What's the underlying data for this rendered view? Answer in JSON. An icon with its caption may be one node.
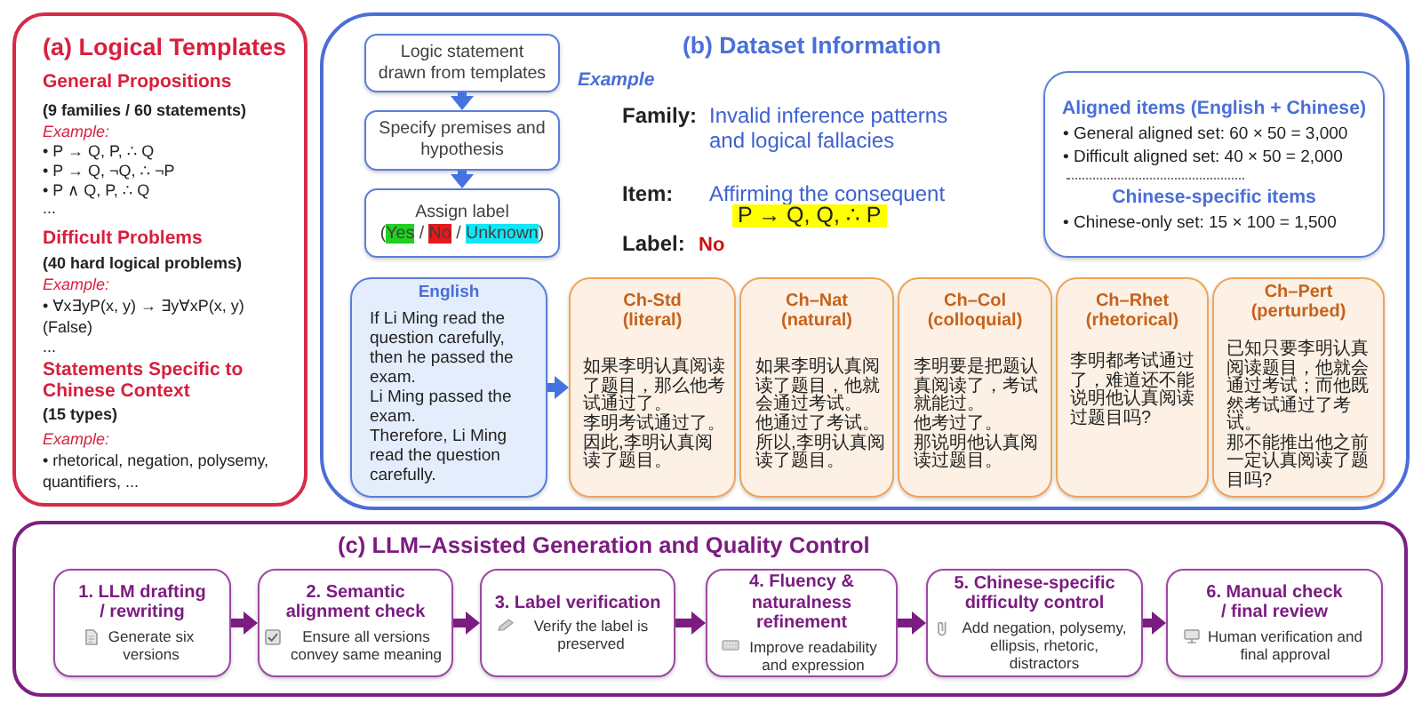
{
  "diagram": {
    "nodes": [
      {
        "text": [
          "(a) Logical Templates",
          "General Propositions",
          "(9 families / 60 statements)",
          "Example:",
          "• P → Q, P, ∴ Q",
          "• P → Q, ¬Q, ∴ ¬P",
          "• P ∧ Q, P, ∴ Q",
          "...",
          "Difficult Problems",
          "(40 hard logical problems)",
          "Example:",
          "• ∀x∃yP(x, y) → ∃y∀xP(x, y) (False)",
          "...",
          "Statements Specific to Chinese Context",
          "(15 types)",
          "Example:",
          "• rhetorical, negation, polysemy, quantifiers, ..."
        ]
      },
      {
        "text": [
          "(b) Dataset Information",
          "Example",
          "Family:",
          "Invalid inference patterns and logical fallacies",
          "Item:",
          "Affirming the consequent",
          "P → Q, Q, ∴ P",
          "Label:",
          "No"
        ]
      },
      {
        "text": [
          "Logic statement drawn from templates"
        ],
        "in": 1
      },
      {
        "text": [
          "Specify premises and hypothesis"
        ],
        "in": 1
      },
      {
        "text": [
          "Assign label",
          "(Yes / No / Unknown)"
        ],
        "in": 1
      },
      {
        "text": [
          "Aligned items (English + Chinese)",
          "• General aligned set: 60 × 50 = 3,000",
          "• Difficult aligned set: 40 × 50 = 2,000",
          "Chinese-specific items",
          "• Chinese-only set: 15 × 100 = 1,500"
        ],
        "in": 1
      },
      {
        "text": [
          "English",
          "If Li Ming read the question carefully, then he passed the exam.",
          "Li Ming passed the exam.",
          "Therefore, Li Ming read the question carefully."
        ],
        "in": 1
      },
      {
        "text": [
          "Ch-Std (literal)",
          "如果李明认真阅读了题目，那么他考试通过了。",
          "李明考试通过了。",
          "因此,李明认真阅读了题目。"
        ],
        "in": 1
      },
      {
        "text": [
          "Ch–Nat (natural)",
          "如果李明认真阅读了题目，他就会通过考试。",
          "他通过了考试。",
          "所以,李明认真阅读了题目。"
        ],
        "in": 1
      },
      {
        "text": [
          "Ch–Col (colloquial)",
          "李明要是把题认真阅读了，考试就能过。",
          "他考过了。",
          "那说明他认真阅读过题目。"
        ],
        "in": 1
      },
      {
        "text": [
          "Ch–Rhet (rhetorical)",
          "李明都考试通过了，难道还不能说明他认真阅读过题目吗?"
        ],
        "in": 1
      },
      {
        "text": [
          "Ch–Pert (perturbed)",
          "已知只要李明认真阅读题目，他就会通过考试；而他既然考试通过了考试。",
          "那不能推出他之前一定认真阅读了题目吗?"
        ],
        "in": 1
      },
      {
        "text": [
          "(c) LLM–Assisted Generation and Quality Control"
        ]
      },
      {
        "text": [
          "1. LLM drafting / rewriting",
          "Generate six versions"
        ],
        "in": 12
      },
      {
        "text": [
          "2. Semantic alignment check",
          "Ensure all versions convey same meaning"
        ],
        "in": 12
      },
      {
        "text": [
          "3. Label verification",
          "Verify the label is preserved"
        ],
        "in": 12
      },
      {
        "text": [
          "4. Fluency & naturalness refinement",
          "Improve readability and expression"
        ],
        "in": 12
      },
      {
        "text": [
          "5. Chinese-specific difficulty control",
          "Add negation, polysemy, ellipsis, rhetoric, distractors"
        ],
        "in": 12
      },
      {
        "text": [
          "6. Manual check / final review",
          "Human verification and final approval"
        ],
        "in": 12
      }
    ],
    "edges": [
      {
        "from": 2,
        "to": 3,
        "arrow": "to",
        "color": "#4472e0"
      },
      {
        "from": 3,
        "to": 4,
        "arrow": "to",
        "color": "#4472e0"
      },
      {
        "from": 6,
        "to": 7,
        "arrow": "to",
        "color": "#4472e0"
      },
      {
        "from": 13,
        "to": 14,
        "arrow": "to"
      },
      {
        "from": 14,
        "to": 15,
        "arrow": "to"
      },
      {
        "from": 15,
        "to": 16,
        "arrow": "to"
      },
      {
        "from": 16,
        "to": 17,
        "arrow": "to"
      },
      {
        "from": 17,
        "to": 18,
        "arrow": "to"
      }
    ]
  }
}
